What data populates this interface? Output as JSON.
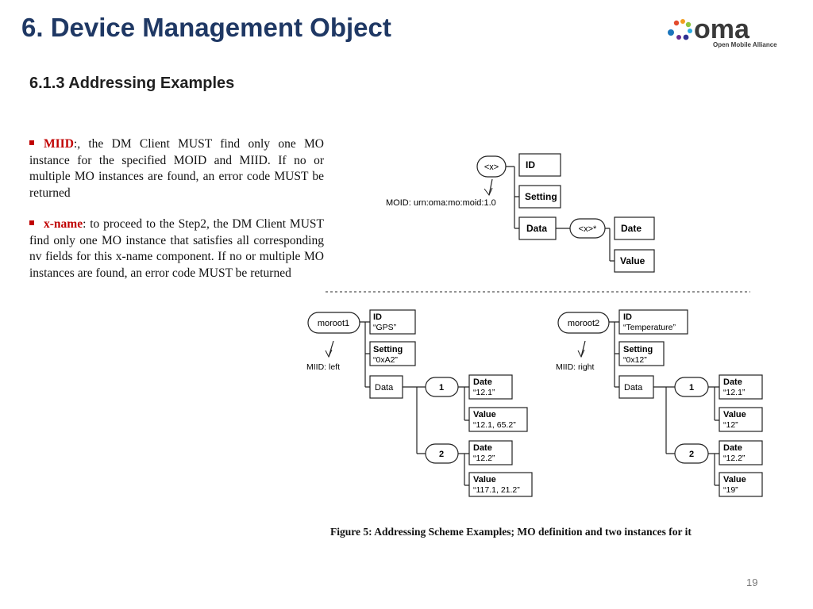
{
  "header": {
    "title": "6. Device Management Object",
    "subtitle": "6.1.3 Addressing Examples",
    "logo_text": "oma",
    "logo_tagline": "Open Mobile Alliance"
  },
  "bullets": [
    {
      "keyword": "MIID",
      "text": ":, the DM Client MUST find only one MO instance for the specified MOID and MIID. If no or multiple MO instances are found, an error code MUST be returned"
    },
    {
      "keyword": "x-name",
      "text": ": to proceed to the Step2, the DM Client MUST find only one MO instance that satisfies all corresponding nv fields for this x-name component. If no or multiple MO instances are found, an error code MUST be returned"
    }
  ],
  "diagram": {
    "definition": {
      "root": "<x>",
      "root_note": "MOID: urn:oma:mo:moid:1.0",
      "id": "ID",
      "setting": "Setting",
      "data": "Data",
      "x_node": "<x>*",
      "date": "Date",
      "value": "Value"
    },
    "instance1": {
      "root": "moroot1",
      "root_note": "MIID: left",
      "id": "ID",
      "id_value": "“GPS”",
      "setting": "Setting",
      "setting_value": "“0xA2”",
      "data": "Data",
      "n1": "1",
      "n2": "2",
      "date": "Date",
      "value": "Value",
      "d1": "“12.1”",
      "v1": "“12.1, 65.2”",
      "d2": "“12.2”",
      "v2": "“117.1, 21.2”"
    },
    "instance2": {
      "root": "moroot2",
      "root_note": "MIID: right",
      "id": "ID",
      "id_value": "“Temperature”",
      "setting": "Setting",
      "setting_value": "“0x12”",
      "data": "Data",
      "n1": "1",
      "n2": "2",
      "date": "Date",
      "value": "Value",
      "d1": "“12.1”",
      "v1": "“12”",
      "d2": "“12.2”",
      "v2": "“19”"
    },
    "caption": "Figure 5: Addressing Scheme Examples; MO definition and two instances for it"
  },
  "footer": {
    "page_number": "19"
  },
  "colors": {
    "title": "#1f3864",
    "keyword": "#c00000"
  }
}
